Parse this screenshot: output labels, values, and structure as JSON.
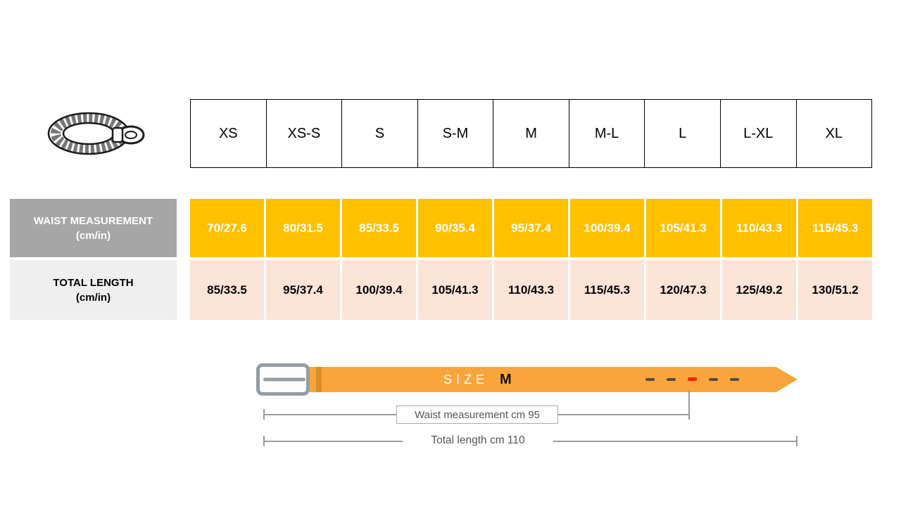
{
  "sizes": [
    "XS",
    "XS-S",
    "S",
    "S-M",
    "M",
    "M-L",
    "L",
    "L-XL",
    "XL"
  ],
  "waist_row": {
    "label": "WAIST MEASUREMENT",
    "unit": "(cm/in)",
    "values": [
      "70/27.6",
      "80/31.5",
      "85/33.5",
      "90/35.4",
      "95/37.4",
      "100/39.4",
      "105/41.3",
      "110/43.3",
      "115/45.3"
    ]
  },
  "length_row": {
    "label": "TOTAL LENGTH",
    "unit": "(cm/in)",
    "values": [
      "85/33.5",
      "95/37.4",
      "100/39.4",
      "105/41.3",
      "110/43.3",
      "115/45.3",
      "120/47.3",
      "125/49.2",
      "130/51.2"
    ]
  },
  "belt_diagram": {
    "size_label": "SIZE",
    "size_value": "M",
    "waist_caption": "Waist measurement cm 95",
    "length_caption": "Total length cm 110"
  },
  "colors": {
    "waist_cell": "#FFC000",
    "length_cell": "#FCE4D6",
    "waist_label_bg": "#A6A6A6",
    "length_label_bg": "#EFEFEF",
    "belt": "#F9A53C",
    "marked_hole": "#FF1E00"
  }
}
